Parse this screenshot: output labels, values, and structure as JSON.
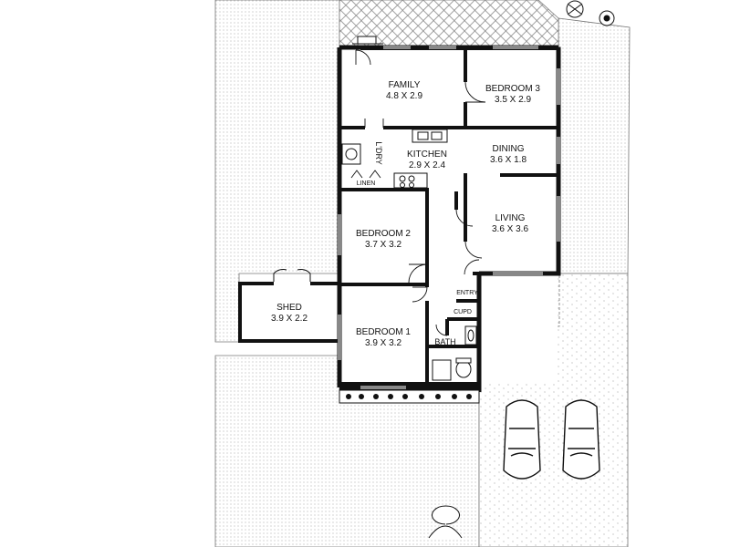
{
  "rooms": {
    "family": {
      "name": "FAMILY",
      "size": "4.8 X 2.9"
    },
    "bedroom3": {
      "name": "BEDROOM 3",
      "size": "3.5 X 2.9"
    },
    "kitchen": {
      "name": "KITCHEN",
      "size": "2.9 X 2.4"
    },
    "dining": {
      "name": "DINING",
      "size": "3.6 X 1.8"
    },
    "living": {
      "name": "LIVING",
      "size": "3.6 X 3.6"
    },
    "bedroom2": {
      "name": "BEDROOM 2",
      "size": "3.7 X 3.2"
    },
    "bedroom1": {
      "name": "BEDROOM 1",
      "size": "3.9 X 3.2"
    },
    "shed": {
      "name": "SHED",
      "size": "3.9 X 2.2"
    }
  },
  "labels": {
    "laundry": "L'DRY",
    "linen": "LINEN",
    "entry": "ENTRY",
    "cupboard": "CUPD",
    "bath": "BATH"
  },
  "colors": {
    "wall": "#111111",
    "yard_dots": "#9a9a9a",
    "brick": "#8a8a8a"
  }
}
